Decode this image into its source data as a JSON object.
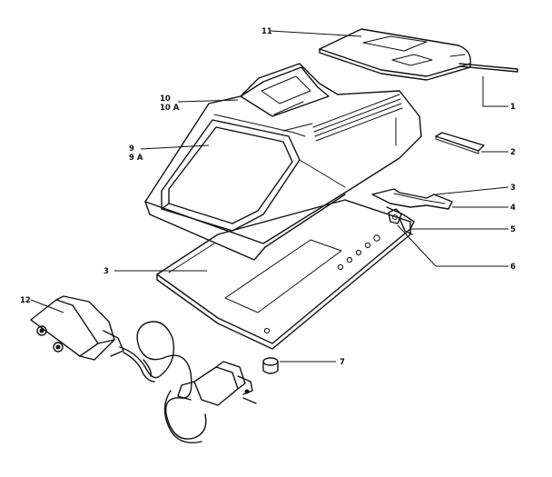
{
  "callouts": [
    {
      "id": "c1",
      "lines": [
        "1"
      ]
    },
    {
      "id": "c2",
      "lines": [
        "2"
      ]
    },
    {
      "id": "c3a",
      "lines": [
        "3"
      ]
    },
    {
      "id": "c3b",
      "lines": [
        "3"
      ]
    },
    {
      "id": "c4",
      "lines": [
        "4"
      ]
    },
    {
      "id": "c5",
      "lines": [
        "5"
      ]
    },
    {
      "id": "c6",
      "lines": [
        "6"
      ]
    },
    {
      "id": "c7",
      "lines": [
        "7"
      ]
    },
    {
      "id": "c9",
      "lines": [
        "9",
        "9 A"
      ]
    },
    {
      "id": "c10",
      "lines": [
        "10",
        "10 A"
      ]
    },
    {
      "id": "c11",
      "lines": [
        "11"
      ]
    },
    {
      "id": "c12",
      "lines": [
        "12"
      ]
    }
  ]
}
